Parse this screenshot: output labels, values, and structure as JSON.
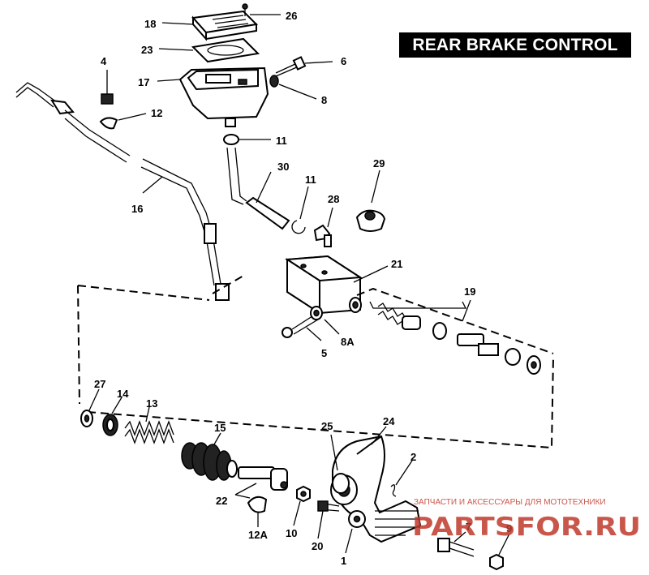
{
  "title": "REAR BRAKE CONTROL",
  "callouts": {
    "c1": "1",
    "c2": "2",
    "c4": "4",
    "c5": "5",
    "c6": "6",
    "c7": "7",
    "c8": "8",
    "c8a": "8A",
    "c9": "9",
    "c10": "10",
    "c11a": "11",
    "c11b": "11",
    "c12": "12",
    "c12a": "12A",
    "c13": "13",
    "c14": "14",
    "c15": "15",
    "c16": "16",
    "c17": "17",
    "c18": "18",
    "c19": "19",
    "c20": "20",
    "c21": "21",
    "c22": "22",
    "c23": "23",
    "c24": "24",
    "c25": "25",
    "c26": "26",
    "c27": "27",
    "c28": "28",
    "c29": "29",
    "c30": "30"
  },
  "watermark": {
    "tagline": "ЗАПЧАСТИ И АКСЕССУАРЫ ДЛЯ МОТОТЕХНИКИ",
    "logo": "PARTSFOR.RU",
    "color": "#c0392b"
  }
}
